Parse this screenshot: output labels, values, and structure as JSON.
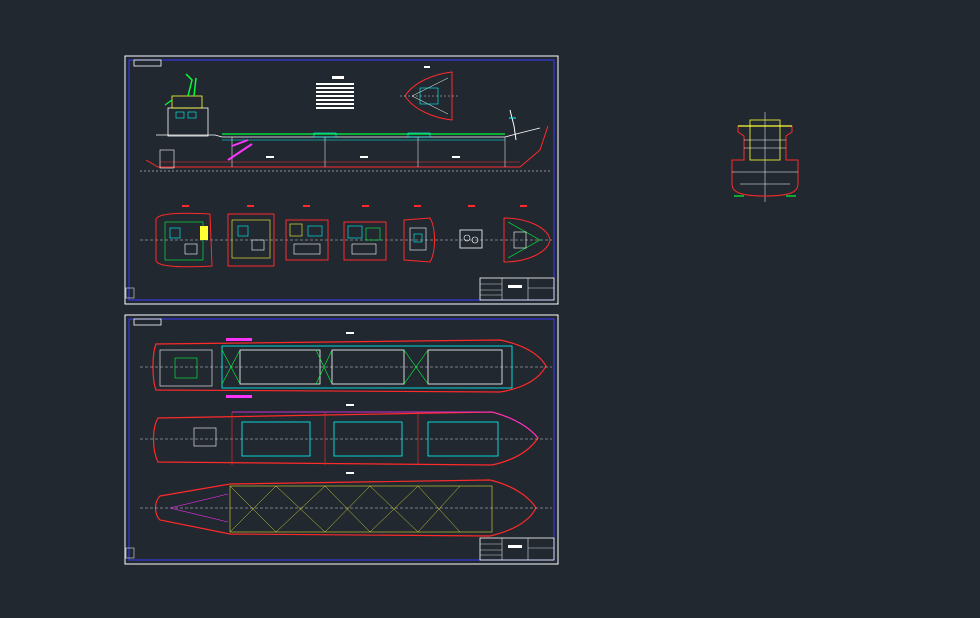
{
  "drawing": {
    "background": "#212830",
    "colors": {
      "hull": "#ff2a2a",
      "deck": "#00ffff",
      "structure": "#ffffff",
      "accent_green": "#00ff3c",
      "accent_magenta": "#ff33ff",
      "accent_yellow": "#ffff33",
      "frame": "#3a3aff"
    },
    "sheets": [
      {
        "id": "sheet-1",
        "content": "general-arrangement-profile-and-decks"
      },
      {
        "id": "sheet-2",
        "content": "deck-plans-and-hold-arrangement"
      }
    ],
    "side_view": {
      "content": "midship-section"
    }
  }
}
